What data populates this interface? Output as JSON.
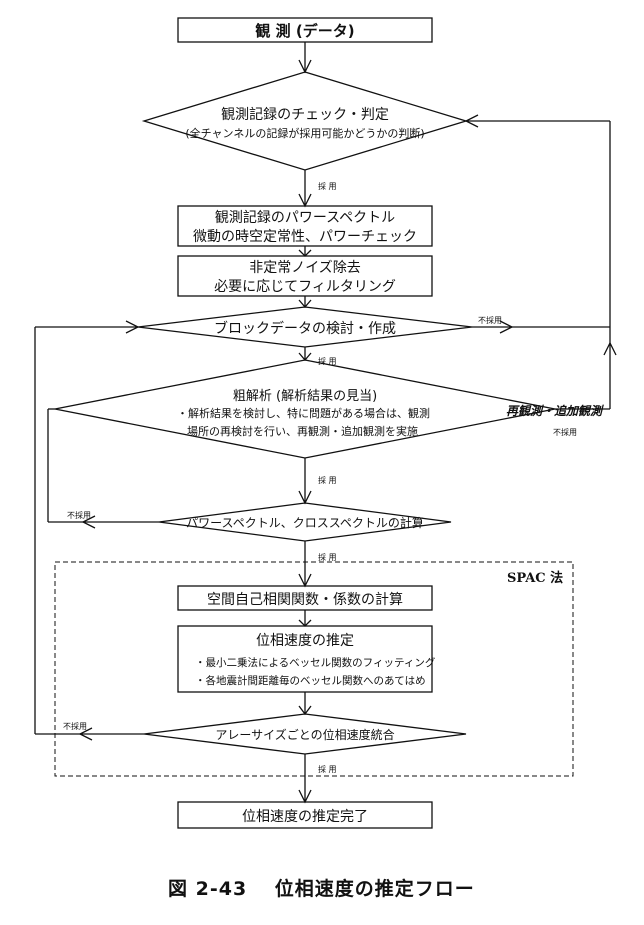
{
  "nodes": {
    "observation": "観 測 (データ)",
    "check_title": "観測記録のチェック・判定",
    "check_sub": "(全チャンネルの記録が採用可能かどうかの判断)",
    "power_line1": "観測記録のパワースペクトル",
    "power_line2": "微動の時空定常性、パワーチェック",
    "noise_line1": "非定常ノイズ除去",
    "noise_line2": "必要に応じてフィルタリング",
    "block": "ブロックデータの検討・作成",
    "rough_title": "粗解析 (解析結果の見当)",
    "rough_line1": "・解析結果を検討し、特に問題がある場合は、観測",
    "rough_line2": "場所の再検討を行い、再観測・追加観測を実施",
    "cross": "パワースペクトル、クロススペクトルの計算",
    "spac_coef": "空間自己相関関数・係数の計算",
    "phase_title": "位相速度の推定",
    "phase_b1": "・最小二乗法によるベッセル関数のフィッティング",
    "phase_b2": "・各地震計間距離毎のベッセル関数へのあてはめ",
    "array": "アレーサイズごとの位相速度統合",
    "final": "位相速度の推定完了"
  },
  "labels": {
    "adopt": "採 用",
    "reject": "不採用",
    "reobserve": "再観測・追加観測",
    "spac": "SPAC 法"
  },
  "caption": "図 2-43　 位相速度の推定フロー"
}
